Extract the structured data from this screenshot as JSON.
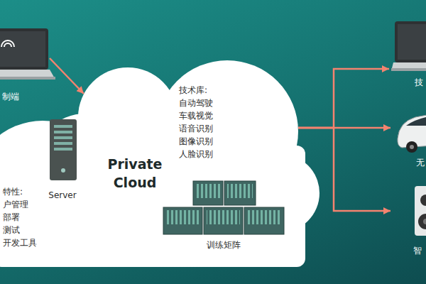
{
  "diagram": {
    "nodes": [
      {
        "text": [
          "制端"
        ]
      },
      {
        "text": [
          "Private Cloud",
          "技术库:",
          "自动驾驶 车载视觉 语音识别 图像识别 人脸识别",
          "特性:",
          "户管理 部署 测试 开发工具"
        ]
      },
      {
        "text": [
          "Server"
        ],
        "in": 1
      },
      {
        "text": [
          "训练矩阵"
        ],
        "in": 1
      },
      {
        "text": [
          "技"
        ]
      },
      {
        "text": [
          "无"
        ]
      },
      {
        "text": [
          "智"
        ]
      }
    ],
    "edges": [
      {
        "from": 0,
        "to": 1,
        "arrow": "to"
      },
      {
        "from": 1,
        "to": 4,
        "arrow": "to"
      },
      {
        "from": 1,
        "to": 5,
        "arrow": "to"
      },
      {
        "from": 1,
        "to": 6,
        "arrow": "to"
      }
    ]
  }
}
